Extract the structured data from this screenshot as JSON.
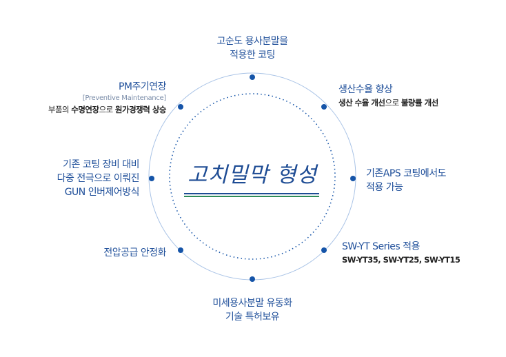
{
  "center_title": "고치밀막 형성",
  "items": [
    {
      "id": "top",
      "title_lines": [
        "고순도 용사분말을",
        "적용한 코팅"
      ]
    },
    {
      "id": "top-right",
      "title_lines": [
        "생산수율 향상"
      ],
      "sub": [
        "생산 수율 개선",
        "으로 ",
        "불량률 개선"
      ]
    },
    {
      "id": "right",
      "title_lines": [
        "기존APS 코팅에서도",
        "적용 가능"
      ]
    },
    {
      "id": "bottom-right",
      "title_lines": [
        "SW-YT Series 적용"
      ],
      "sub_text": "SW-YT35, SW-YT25, SW-YT15"
    },
    {
      "id": "bottom",
      "title_lines": [
        "미세용사분말 유동화",
        "기술 특허보유"
      ]
    },
    {
      "id": "bottom-left",
      "title_lines": [
        "전압공급 안정화"
      ]
    },
    {
      "id": "left",
      "title_lines": [
        "기존 코팅 장비 대비",
        "다중 전극으로 이뤄진",
        "GUN 인버제어방식"
      ]
    },
    {
      "id": "top-left",
      "title_lines": [
        "PM주기연장"
      ],
      "note": "[Preventive Maintenance]",
      "sub": [
        "부품의 ",
        "수명연장",
        "으로 ",
        "원가경쟁력 상승"
      ]
    }
  ],
  "colors": {
    "accent": "#1f4f9a",
    "ring": "#a9c3e6",
    "dot": "#1554a8",
    "underline_green": "#2e8b57"
  }
}
